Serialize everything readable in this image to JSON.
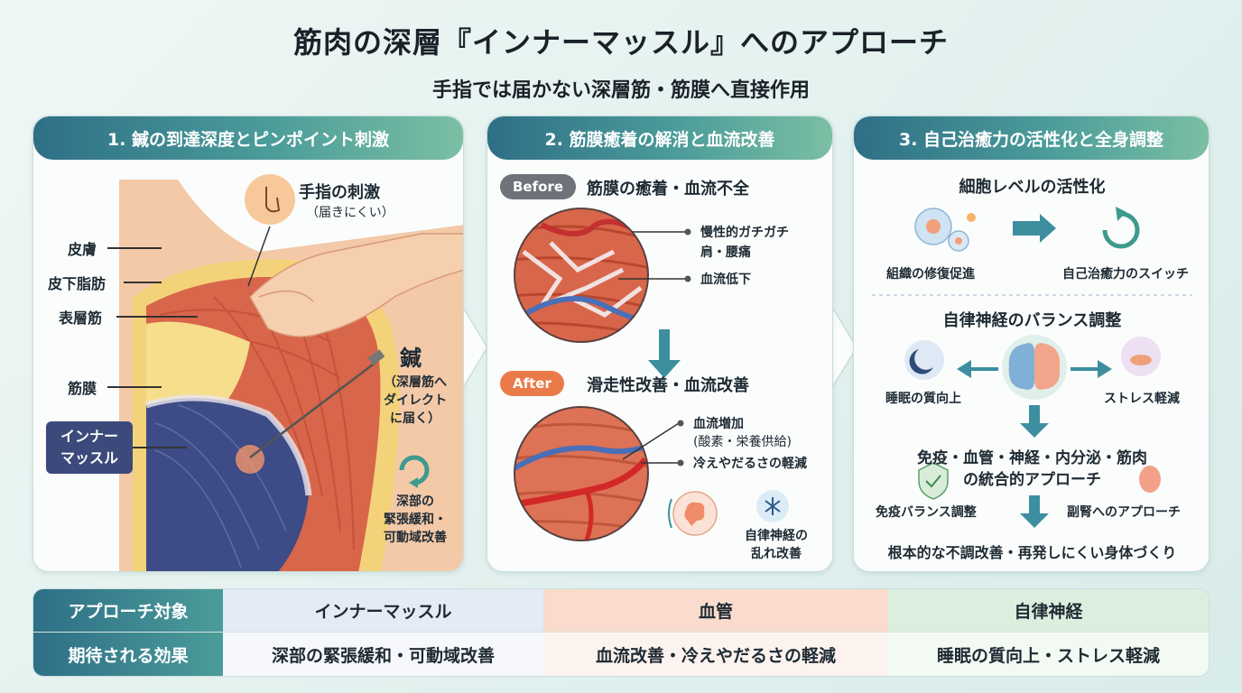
{
  "title": "筋肉の深層『インナーマッスル』へのアプローチ",
  "subtitle": "手指では届かない深層筋・筋膜へ直接作用",
  "panel1": {
    "heading": "1. 鍼の到達深度とピンポイント刺激",
    "finger_title": "手指の刺激",
    "finger_note": "（届きにくい）",
    "layers": [
      "皮膚",
      "皮下脂肪",
      "表層筋",
      "筋膜"
    ],
    "inner_muscle_line1": "インナー",
    "inner_muscle_line2": "マッスル",
    "needle_title": "鍼",
    "needle_note_1": "（深層筋へ",
    "needle_note_2": "ダイレクト",
    "needle_note_3": "に届く）",
    "effect_1": "深部の",
    "effect_2": "緊張緩和・",
    "effect_3": "可動域改善"
  },
  "panel2": {
    "heading": "2. 筋膜癒着の解消と血流改善",
    "before_tag": "Before",
    "before_title": "筋膜の癒着・血流不全",
    "before_label_1a": "慢性的ガチガチ",
    "before_label_1b": "肩・腰痛",
    "before_label_2": "血流低下",
    "after_tag": "After",
    "after_title": "滑走性改善・血流改善",
    "after_label_1a": "血流増加",
    "after_label_1b": "(酸素・栄養供給)",
    "after_label_2": "冷えやだるさの軽減",
    "nerve_label_1": "自律神経の",
    "nerve_label_2": "乱れ改善"
  },
  "panel3": {
    "heading": "3. 自己治癒力の活性化と全身調整",
    "cell_title": "細胞レベルの活性化",
    "cell_left": "組織の修復促進",
    "cell_right": "自己治癒力のスイッチ",
    "autonomic_title": "自律神経のバランス調整",
    "sleep_label": "睡眠の質向上",
    "stress_label": "ストレス軽減",
    "integrated_1": "免疫・血管・神経・内分泌・筋肉",
    "integrated_2": "の統合的アプローチ",
    "immune_label": "免疫バランス調整",
    "adrenal_label": "副腎へのアプローチ",
    "bottom_label": "根本的な不調改善・再発しにくい身体づくり"
  },
  "summary": {
    "row_head_1": "アプローチ対象",
    "row_head_2": "期待される効果",
    "targets": [
      "インナーマッスル",
      "血管",
      "自律神経"
    ],
    "effects": [
      "深部の緊張緩和・可動域改善",
      "血流改善・冷えやだるさの軽減",
      "睡眠の質向上・ストレス軽減"
    ]
  },
  "colors": {
    "header_teal": "#2e6f86",
    "muscle_red": "#d8664a",
    "inner_blue": "#3b4a7a",
    "after_orange": "#ea7a4a",
    "arrow_teal": "#3d8fa0"
  }
}
